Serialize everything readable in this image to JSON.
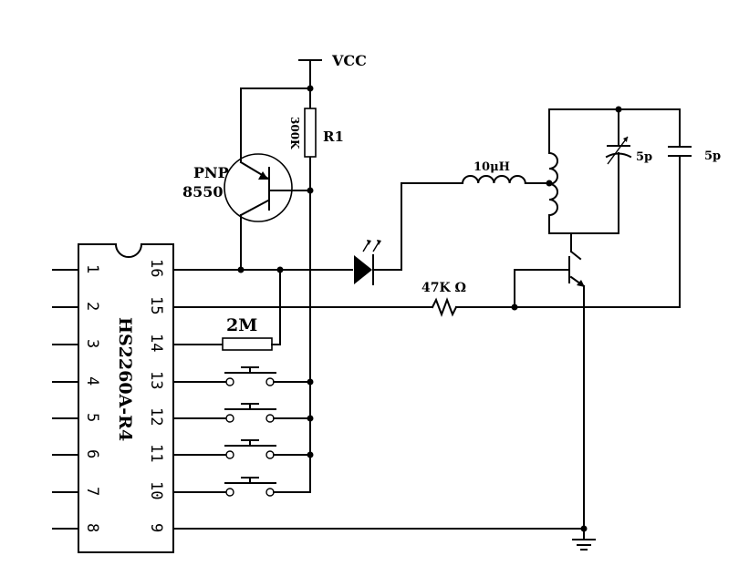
{
  "labels": {
    "vcc": "VCC",
    "r1": "R1",
    "r1_value": "300K",
    "transistor_type": "PNP",
    "transistor_part": "8550",
    "inductor": "10μH",
    "cap_trim": "5p",
    "cap_fixed": "5p",
    "resistor": "47K Ω",
    "resistor_2m": "2M",
    "ic_name": "HS2260A-R4"
  },
  "ic": {
    "left_pins": [
      "1",
      "2",
      "3",
      "4",
      "5",
      "6",
      "7",
      "8"
    ],
    "right_pins": [
      "16",
      "15",
      "14",
      "13",
      "12",
      "11",
      "10",
      "9"
    ]
  }
}
